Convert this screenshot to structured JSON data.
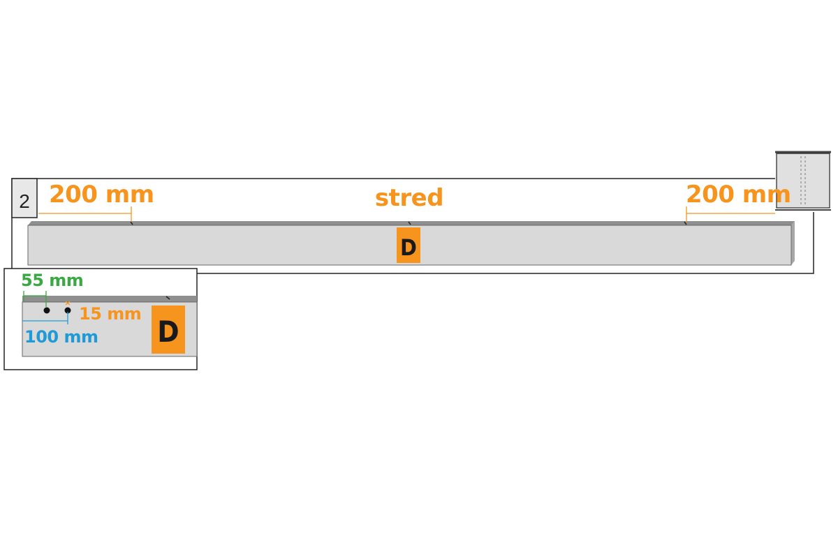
{
  "step": {
    "number": "2"
  },
  "main": {
    "label_left": "200 mm",
    "label_center": "stred",
    "label_right": "200 mm",
    "marker": "D"
  },
  "detail": {
    "label_green": "55 mm",
    "label_orange": "15 mm",
    "label_blue": "100 mm",
    "marker": "D"
  },
  "colors": {
    "orange": "#f7941d",
    "green": "#3aa843",
    "blue": "#1e9ad6",
    "beam_face": "#d9d9d9",
    "beam_top": "#8f8f8f",
    "outline": "#222222"
  }
}
